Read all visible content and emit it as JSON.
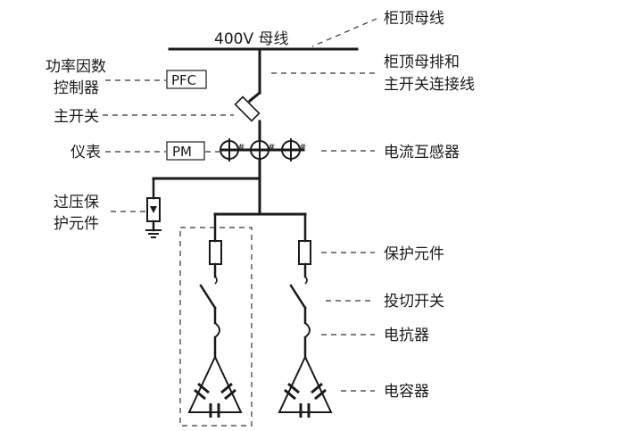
{
  "diagram": {
    "busbar_label": "400V 母线",
    "labels": {
      "top_busbar": "柜顶母线",
      "busbar_connection_1": "柜顶母排和",
      "busbar_connection_2": "主开关连接线",
      "pfc_controller_1": "功率因数",
      "pfc_controller_2": "控制器",
      "main_switch": "主开关",
      "meter": "仪表",
      "current_transformer": "电流互感器",
      "surge_protection_1": "过压保",
      "surge_protection_2": "护元件",
      "protection_element": "保护元件",
      "switching_switch": "投切开关",
      "reactor": "电抗器",
      "capacitor": "电容器"
    },
    "boxes": {
      "pfc": "PFC",
      "pm": "PM"
    }
  }
}
